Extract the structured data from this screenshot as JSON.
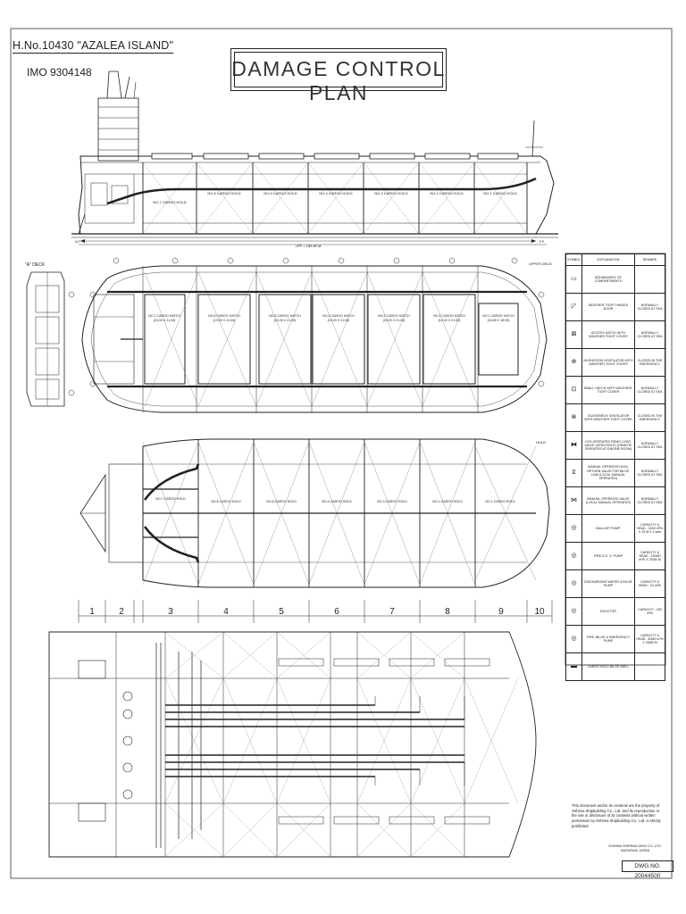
{
  "header": {
    "hull": "H.No.10430  \"AZALEA ISLAND\"",
    "imo": "IMO 9304148",
    "title": "DAMAGE CONTROL PLAN"
  },
  "labels": {
    "a_deck": "\"A\" DECK",
    "upper_deck": "UPPER DECK",
    "hold": "HOLD",
    "sheer_len": "LPP = 189.80 M",
    "ap": "A.P.",
    "fp": "F.P."
  },
  "profile_holds": [
    "NO.1 CARGO HOLD",
    "NO.2 CARGO HOLD",
    "NO.3 CARGO HOLD",
    "NO.4 CARGO HOLD",
    "NO.5 CARGO HOLD",
    "NO.6 CARGO HOLD",
    "NO.7 CARGO HOLD"
  ],
  "deck_hatches": [
    {
      "name": "NO.7 CARGO HATCH",
      "size": "(15.30 X 21.00)"
    },
    {
      "name": "NO.6 CARGO HATCH",
      "size": "(19.20 X 21.00)"
    },
    {
      "name": "NO.5 CARGO HATCH",
      "size": "(19.20 X 21.00)"
    },
    {
      "name": "NO.4 CARGO HATCH",
      "size": "(19.20 X 21.00)"
    },
    {
      "name": "NO.3 CARGO HATCH",
      "size": "(19.20 X 21.00)"
    },
    {
      "name": "NO.2 CARGO HATCH",
      "size": "(19.20 X 21.00)"
    },
    {
      "name": "NO.1 CARGO HATCH",
      "size": "(16.80 X 18.00)"
    }
  ],
  "hold_plan": [
    "NO.7 CARGO HOLD",
    "NO.6 CARGO HOLD",
    "NO.5 CARGO HOLD",
    "NO.4 CARGO HOLD",
    "NO.3 CARGO HOLD",
    "NO.2 CARGO HOLD",
    "NO.1 CARGO HOLD"
  ],
  "compartments": [
    "1",
    "2",
    "3",
    "4",
    "5",
    "6",
    "7",
    "8",
    "9",
    "10"
  ],
  "legend": {
    "headers": [
      "SYMBOL",
      "EXPLANATION",
      "REMARK"
    ],
    "rows": [
      {
        "sym": "▭",
        "expl": "BOUNDARIES OF COMPARTMENTS",
        "remark": ""
      },
      {
        "sym": "◸",
        "expl": "WEATHER-TIGHT HINGED DOOR",
        "remark": "NORMALLY CLOSED AT SEA"
      },
      {
        "sym": "⊠",
        "expl": "ACCESS HATCH WITH WEATHER-TIGHT COVER",
        "remark": "NORMALLY CLOSED AT SEA"
      },
      {
        "sym": "⊕",
        "expl": "MUSHROOM VENTILATOR WITH WEATHER-TIGHT COVER",
        "remark": "CLOSED IN THE EMERGENCY"
      },
      {
        "sym": "⊡",
        "expl": "SMALL HATCH WITH WEATHER-TIGHT COVER",
        "remark": "NORMALLY CLOSED AT SEA"
      },
      {
        "sym": "⊗",
        "expl": "GOOSENECK VENTILATOR WITH WEATHER-TIGHT COVER",
        "remark": "CLOSED IN THE EMERGENCY"
      },
      {
        "sym": "⧓",
        "expl": "HYD.OPERATED REMO-CONT. VALVE (OPEN-SHUT) (REMOTE OPERATED AT ENGINE ROOM)",
        "remark": "NORMALLY CLOSED AT SEA"
      },
      {
        "sym": "⧖",
        "expl": "MANUAL OPERATED NON-RETURN VALVE FOR BILGE LINE (LOCAL MANUAL OPERATED)",
        "remark": "NORMALLY CLOSED AT SEA"
      },
      {
        "sym": "⋈",
        "expl": "MANUAL OPERATED VALVE (LOCAL MANUAL OPERATED)",
        "remark": "NORMALLY CLOSED AT SEA"
      },
      {
        "sym": "◎",
        "expl": "BALLAST PUMP",
        "remark": "CAPACITY & HEAD : 2000 m³/h X 25 M X 2 sets"
      },
      {
        "sym": "◎",
        "expl": "FIRE & G. S. PUMP",
        "remark": "CAPACITY & HEAD : 230/80 m³/h X 25/80 M"
      },
      {
        "sym": "◎",
        "expl": "DISCHARGING WATER & BILGE PUMP",
        "remark": "CAPACITY & HEAD : 10 m³/h"
      },
      {
        "sym": "◎",
        "expl": "EDUCTOR",
        "remark": "CAPACITY : 200 m³/h"
      },
      {
        "sym": "◎",
        "expl": "FIRE, BILGE & EMERGENCY PUMP",
        "remark": "CAPACITY & HEAD : 40/80 m³/h X 25/80 M"
      },
      {
        "sym": "▬",
        "expl": "CARGO HOLD BILGE WELL",
        "remark": ""
      }
    ]
  },
  "notice": "This document and/or its contents are the property of Oshima Shipbuilding Co., Ltd. and its reproduction or the use or disclosure of its contents without written permission by Oshima Shipbuilding Co., Ltd. is strictly prohibited.",
  "maker": [
    "OSHIMA SHIPBUILDING CO.,LTD.",
    "NAGASAKI JAPAN"
  ],
  "dwg": "DWG.NO. 20044500"
}
